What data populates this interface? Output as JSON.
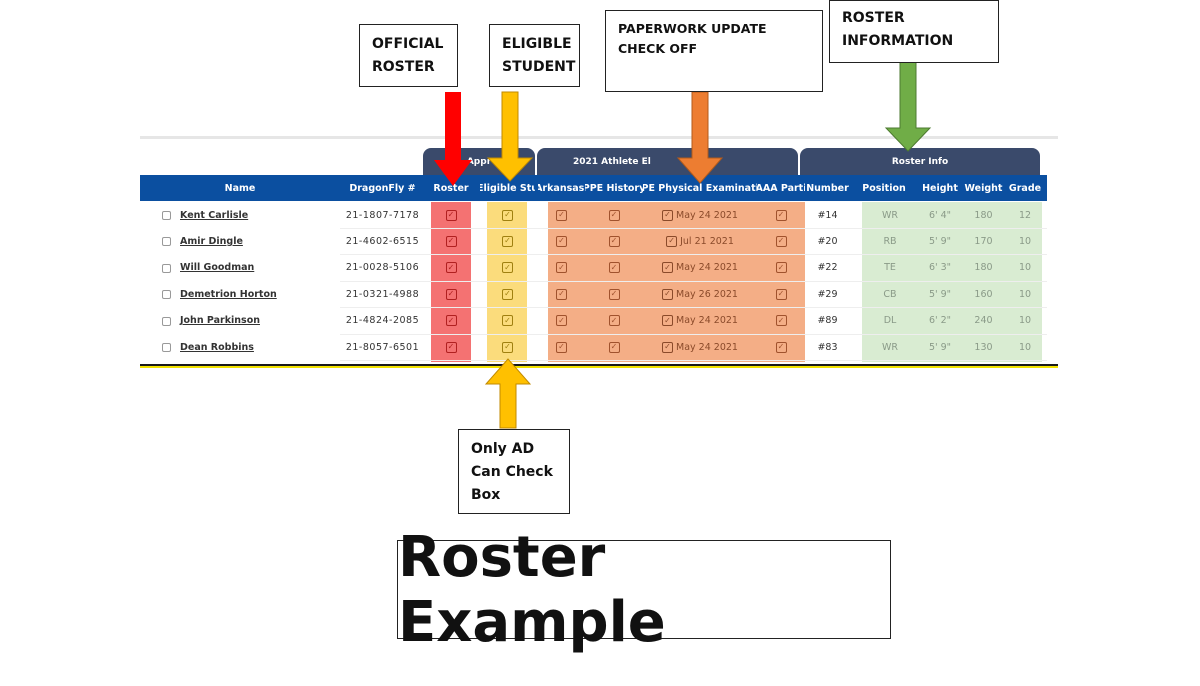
{
  "groups": [
    {
      "label": "Appr"
    },
    {
      "label": "2021 Athlete El"
    },
    {
      "label": "Roster Info"
    }
  ],
  "columns": [
    "Name",
    "DragonFly #",
    "Roster",
    "Eligible Stu",
    "Arkansas.",
    "PPE History",
    "PPE Physical Examinatio",
    "AAA Parti",
    "Number",
    "Position",
    "Height",
    "Weight",
    "Grade"
  ],
  "rows": [
    {
      "name": "Kent Carlisle",
      "dragonfly": "21-1807-7178",
      "ppe_date": "May 24 2021",
      "number": "#14",
      "position": "WR",
      "height": "6' 4\"",
      "weight": "180",
      "grade": "12"
    },
    {
      "name": "Amir Dingle",
      "dragonfly": "21-4602-6515",
      "ppe_date": "Jul 21 2021",
      "number": "#20",
      "position": "RB",
      "height": "5' 9\"",
      "weight": "170",
      "grade": "10"
    },
    {
      "name": "Will Goodman",
      "dragonfly": "21-0028-5106",
      "ppe_date": "May 24 2021",
      "number": "#22",
      "position": "TE",
      "height": "6' 3\"",
      "weight": "180",
      "grade": "10"
    },
    {
      "name": "Demetrion Horton",
      "dragonfly": "21-0321-4988",
      "ppe_date": "May 26 2021",
      "number": "#29",
      "position": "CB",
      "height": "5' 9\"",
      "weight": "160",
      "grade": "10"
    },
    {
      "name": "John Parkinson",
      "dragonfly": "21-4824-2085",
      "ppe_date": "May 24 2021",
      "number": "#89",
      "position": "DL",
      "height": "6' 2\"",
      "weight": "240",
      "grade": "10"
    },
    {
      "name": "Dean Robbins",
      "dragonfly": "21-8057-6501",
      "ppe_date": "May 24 2021",
      "number": "#83",
      "position": "WR",
      "height": "5' 9\"",
      "weight": "130",
      "grade": "10"
    }
  ],
  "annotations": {
    "official_roster": "OFFICIAL ROSTER",
    "eligible_student": "ELIGIBLE STUDENT",
    "paperwork": "PAPERWORK UPDATE CHECK OFF",
    "roster_info": "ROSTER INFORMATION",
    "only_ad": "Only AD Can Check Box"
  },
  "title": "Roster Example",
  "colors": {
    "header": "#0b4fa0",
    "tab": "#3a4a6b",
    "roster": "#f47272",
    "eligible": "#fbdc7c",
    "paperwork": "#f4ae86",
    "info": "#d9ecd2",
    "arrow_red": "#ff0000",
    "arrow_yellow": "#ffc000",
    "arrow_orange": "#ed7d31",
    "arrow_green": "#70ad47"
  }
}
